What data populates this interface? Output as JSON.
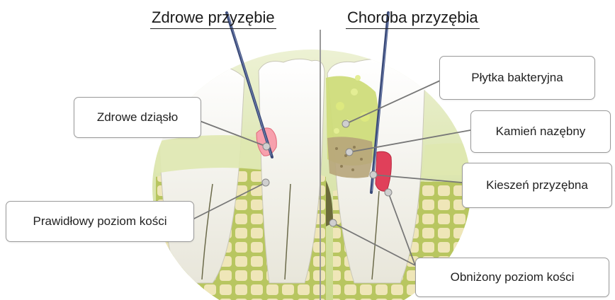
{
  "headings": {
    "healthy": "Zdrowe przyzębie",
    "disease": "Choroba przyzębia"
  },
  "labels": {
    "healthy_gum": "Zdrowe dziąsło",
    "normal_bone": "Prawidłowy poziom kości",
    "plaque": "Płytka bakteryjna",
    "tartar": "Kamień nazębny",
    "pocket": "Kieszeń przyzębna",
    "bone_loss": "Obniżony poziom kości"
  },
  "colors": {
    "tooth": "#f2f0e8",
    "gum": "#d7e3a0",
    "bone": "#b8c660",
    "bone_cell": "#efe6b8",
    "inflamed": "#e0405a",
    "healthy_gum_pink": "#f7a0ad",
    "plaque": "#c8da6a",
    "tartar": "#b7a57a",
    "probe": "#3a4a78",
    "divider": "#9a9a9a"
  }
}
